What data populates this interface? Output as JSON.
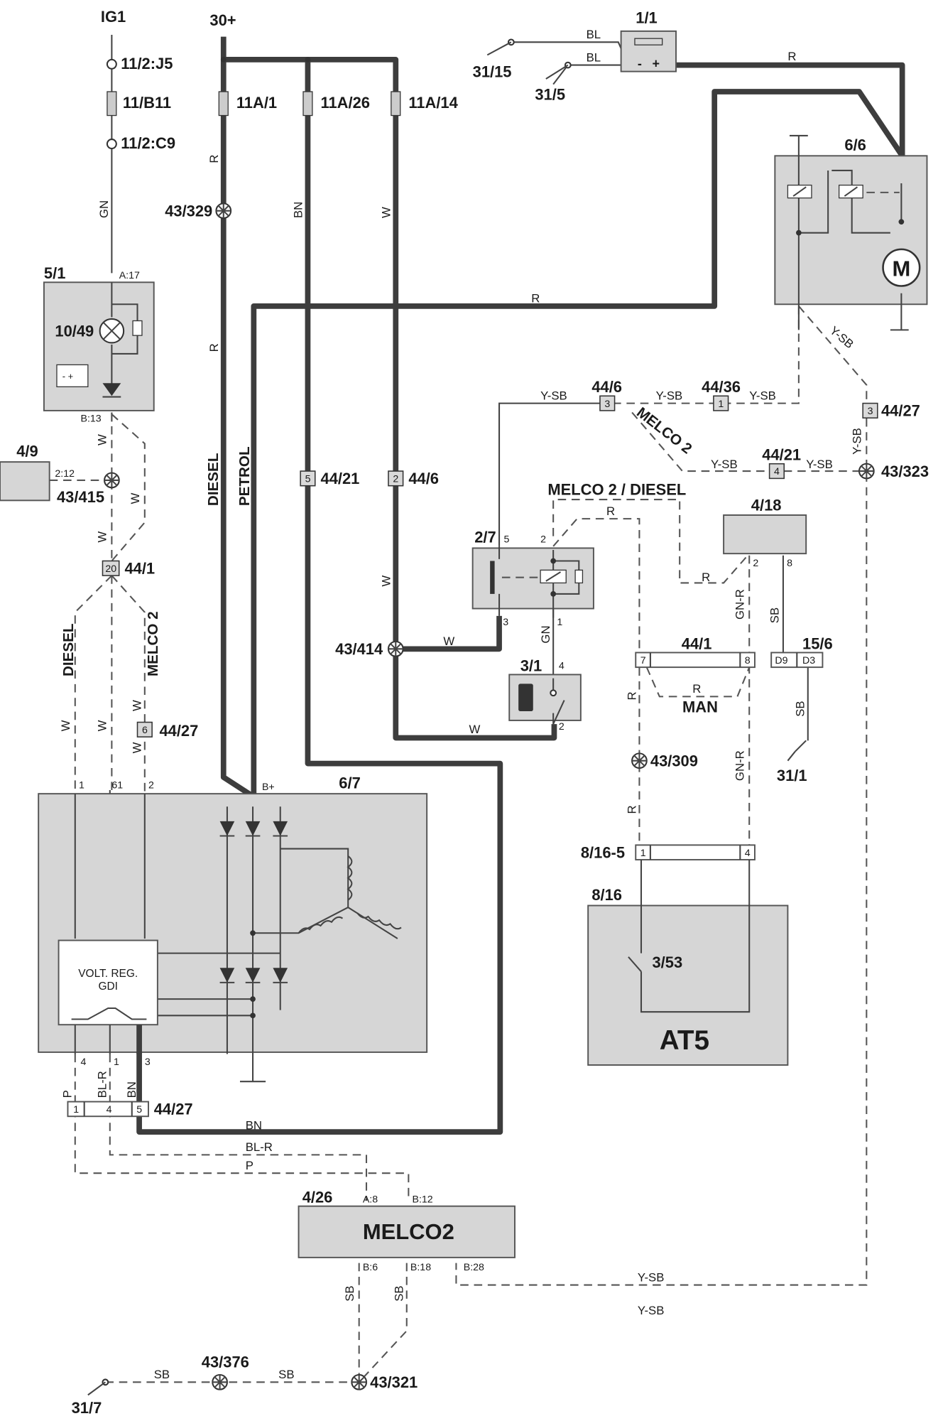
{
  "supplies": {
    "ig1": "IG1",
    "b30": "30+"
  },
  "fuses": {
    "conn_j5": "11/2:J5",
    "fuse_b11": "11/B11",
    "conn_c9": "11/2:C9",
    "f_11a1": "11A/1",
    "f_11a26": "11A/26",
    "f_11a14": "11A/14"
  },
  "battery": {
    "id": "1/1",
    "ground1": "31/15",
    "ground2": "31/5"
  },
  "starter": {
    "id": "6/6",
    "motor": "M"
  },
  "combi": {
    "id": "5/1",
    "lamp": "10/49",
    "pin_a": "A:17",
    "pin_b": "B:13"
  },
  "connectors": {
    "c_4_9": "4/9",
    "c_4_9_pin": "2:12",
    "s43_415": "43/415",
    "s43_329": "43/329",
    "c44_1": "44/1",
    "c44_1_pin": "20",
    "c44_21a": "44/21",
    "c44_21a_pin": "5",
    "c44_6a": "44/6",
    "c44_6a_pin": "2",
    "c44_6b": "44/6",
    "c44_6b_pin": "3",
    "c44_36": "44/36",
    "c44_36_pin": "1",
    "c44_21b": "44/21",
    "c44_21b_pin": "4",
    "c44_27a": "44/27",
    "c44_27a_pin": "3",
    "c44_27b": "44/27",
    "c44_27b_pin": "6",
    "c44_27c": "44/27",
    "s43_323": "43/323",
    "s43_414": "43/414",
    "s43_309": "43/309",
    "s43_376": "43/376",
    "s43_321": "43/321",
    "g31_1": "31/1",
    "g31_7": "31/7"
  },
  "relay_2_7": {
    "id": "2/7",
    "pins": [
      "5",
      "2",
      "3",
      "1"
    ]
  },
  "switch_3_1": {
    "id": "3/1",
    "pins": [
      "4",
      "2"
    ]
  },
  "module_4_18": {
    "id": "4/18",
    "pins": [
      "2",
      "8"
    ]
  },
  "conn_15_6": {
    "id": "15/6",
    "pins": [
      "D9",
      "D3"
    ]
  },
  "conn_44_1_strip": {
    "id": "44/1",
    "pins": [
      "7",
      "8"
    ],
    "man": "MAN"
  },
  "conn_8_16_5": {
    "id": "8/16-5",
    "pins": [
      "1",
      "4"
    ]
  },
  "gearbox": {
    "id": "8/16",
    "sw": "3/53",
    "name": "AT5"
  },
  "alternator": {
    "id": "6/7",
    "reg1": "VOLT. REG.",
    "reg2": "GDI",
    "bplus": "B+",
    "pins": [
      "1",
      "61",
      "2",
      "4",
      "1",
      "3"
    ]
  },
  "strip_44_27": {
    "pins": [
      "1",
      "4",
      "5"
    ]
  },
  "ecm": {
    "id": "4/26",
    "name": "MELCO2",
    "pins_top": [
      "A:8",
      "B:12"
    ],
    "pins_bot": [
      "B:6",
      "B:18",
      "B:28"
    ]
  },
  "variants": {
    "diesel": "DIESEL",
    "petrol": "PETROL",
    "melco2": "MELCO 2",
    "melco2_diesel": "MELCO 2 / DIESEL"
  },
  "wires": {
    "R": "R",
    "BL": "BL",
    "GN": "GN",
    "BN": "BN",
    "W": "W",
    "YSB": "Y-SB",
    "SB": "SB",
    "GNR": "GN-R",
    "P": "P",
    "BLR": "BL-R"
  }
}
